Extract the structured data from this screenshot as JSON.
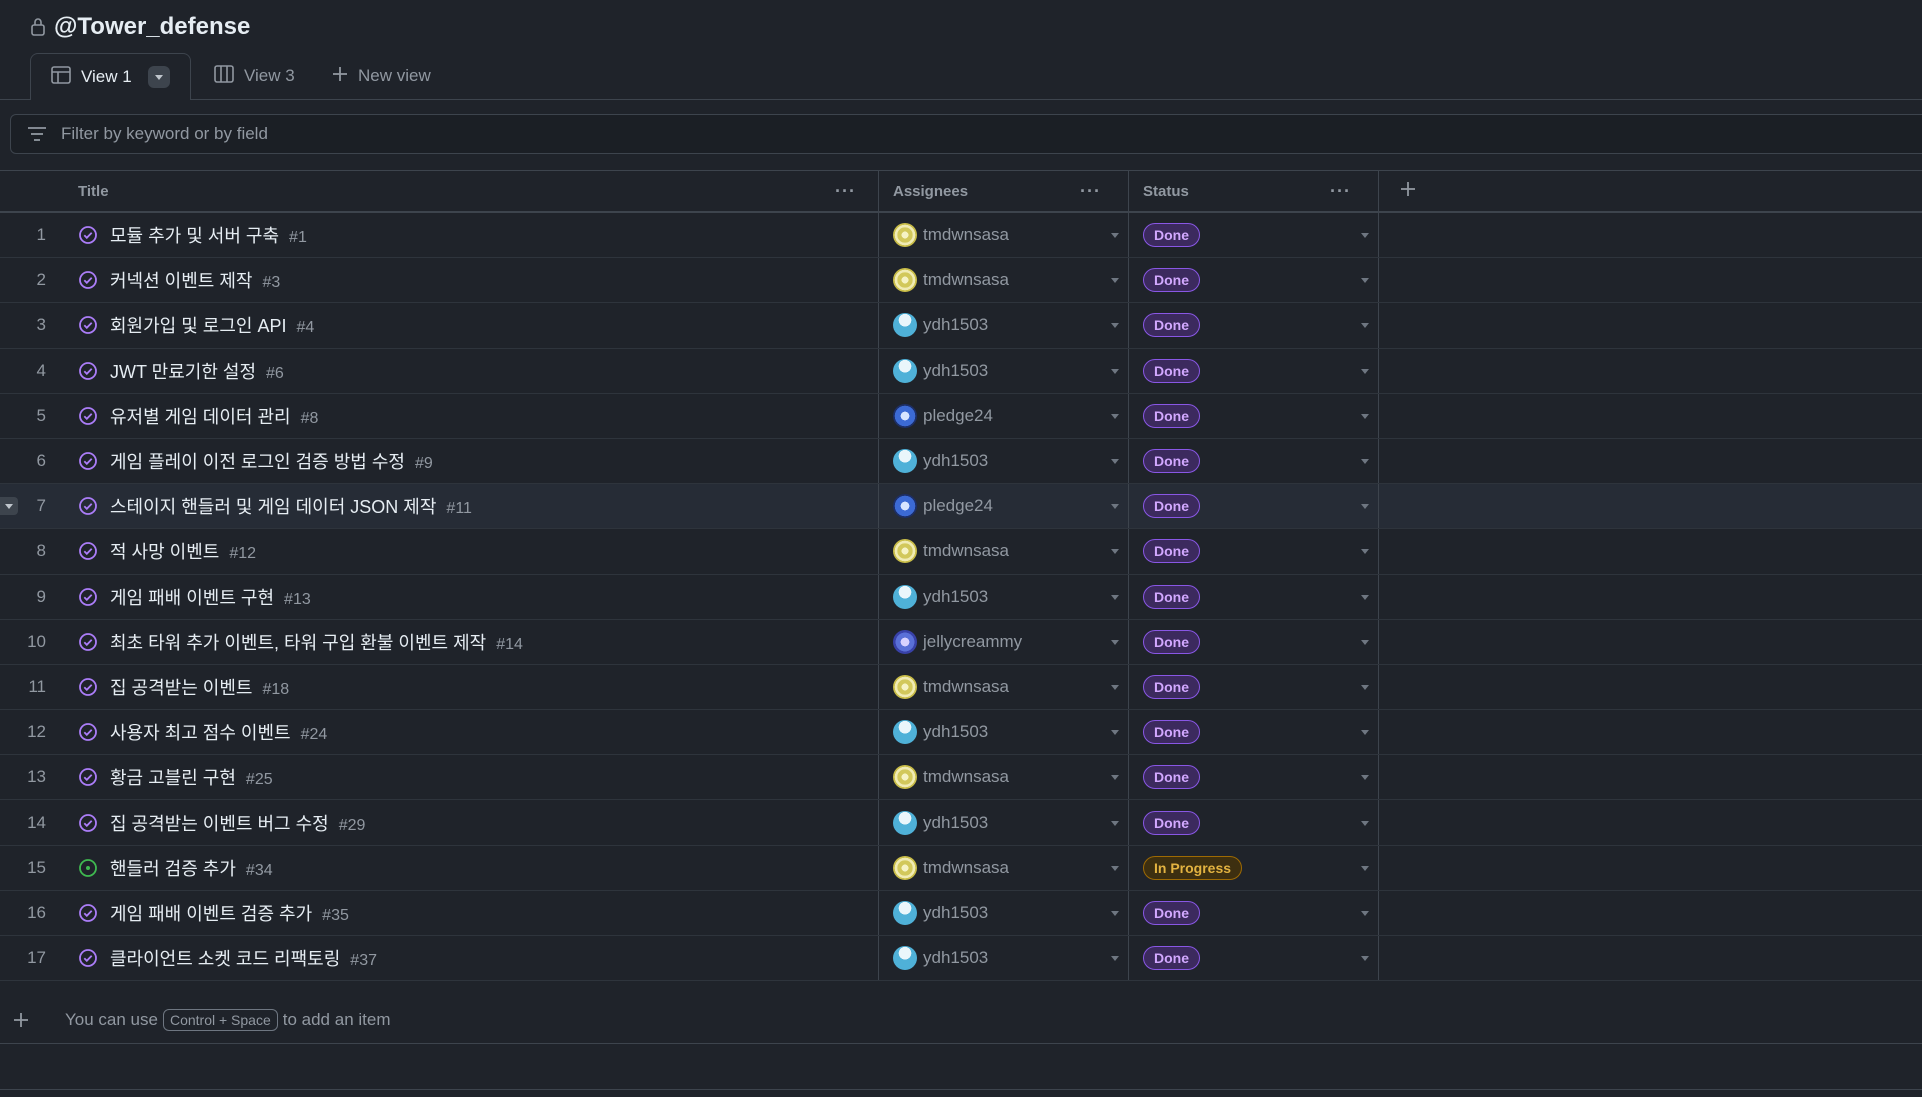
{
  "project": {
    "title": "@Tower_defense",
    "lock_icon": "lock-icon"
  },
  "tabs": [
    {
      "label": "View 1",
      "icon": "table-icon",
      "active": true
    },
    {
      "label": "View 3",
      "icon": "board-icon",
      "active": false
    },
    {
      "label": "New view",
      "icon": "plus-icon",
      "active": false
    }
  ],
  "filter": {
    "placeholder": "Filter by keyword or by field"
  },
  "columns": {
    "title": "Title",
    "assignees": "Assignees",
    "status": "Status"
  },
  "status_colors": {
    "done": "#8957e5",
    "in_progress": "#9e6a03"
  },
  "rows": [
    {
      "index": "1",
      "title": "모듈 추가 및 서버 구축",
      "number": "#1",
      "assignee": "tmdwnsasa",
      "status": "Done"
    },
    {
      "index": "2",
      "title": "커넥션 이벤트 제작",
      "number": "#3",
      "assignee": "tmdwnsasa",
      "status": "Done"
    },
    {
      "index": "3",
      "title": "회원가입 및 로그인 API",
      "number": "#4",
      "assignee": "ydh1503",
      "status": "Done"
    },
    {
      "index": "4",
      "title": "JWT 만료기한 설정",
      "number": "#6",
      "assignee": "ydh1503",
      "status": "Done"
    },
    {
      "index": "5",
      "title": "유저별 게임 데이터 관리",
      "number": "#8",
      "assignee": "pledge24",
      "status": "Done"
    },
    {
      "index": "6",
      "title": "게임 플레이 이전 로그인 검증 방법 수정",
      "number": "#9",
      "assignee": "ydh1503",
      "status": "Done"
    },
    {
      "index": "7",
      "title": "스테이지 핸들러 및 게임 데이터 JSON 제작",
      "number": "#11",
      "assignee": "pledge24",
      "status": "Done"
    },
    {
      "index": "8",
      "title": "적 사망 이벤트",
      "number": "#12",
      "assignee": "tmdwnsasa",
      "status": "Done"
    },
    {
      "index": "9",
      "title": "게임 패배 이벤트 구현",
      "number": "#13",
      "assignee": "ydh1503",
      "status": "Done"
    },
    {
      "index": "10",
      "title": "최초 타워 추가 이벤트, 타워 구입 환불 이벤트 제작",
      "number": "#14",
      "assignee": "jellycreammy",
      "status": "Done"
    },
    {
      "index": "11",
      "title": "집 공격받는 이벤트",
      "number": "#18",
      "assignee": "tmdwnsasa",
      "status": "Done"
    },
    {
      "index": "12",
      "title": "사용자 최고 점수 이벤트",
      "number": "#24",
      "assignee": "ydh1503",
      "status": "Done"
    },
    {
      "index": "13",
      "title": "황금 고블린 구현",
      "number": "#25",
      "assignee": "tmdwnsasa",
      "status": "Done"
    },
    {
      "index": "14",
      "title": "집 공격받는 이벤트 버그 수정",
      "number": "#29",
      "assignee": "ydh1503",
      "status": "Done"
    },
    {
      "index": "15",
      "title": "핸들러 검증 추가",
      "number": "#34",
      "assignee": "tmdwnsasa",
      "status": "In Progress"
    },
    {
      "index": "16",
      "title": "게임 패배 이벤트 검증 추가",
      "number": "#35",
      "assignee": "ydh1503",
      "status": "Done"
    },
    {
      "index": "17",
      "title": "클라이언트 소켓 코드 리팩토링",
      "number": "#37",
      "assignee": "ydh1503",
      "status": "Done"
    }
  ],
  "add_item": {
    "prefix": "You can use",
    "shortcut": "Control + Space",
    "suffix": "to add an item"
  }
}
